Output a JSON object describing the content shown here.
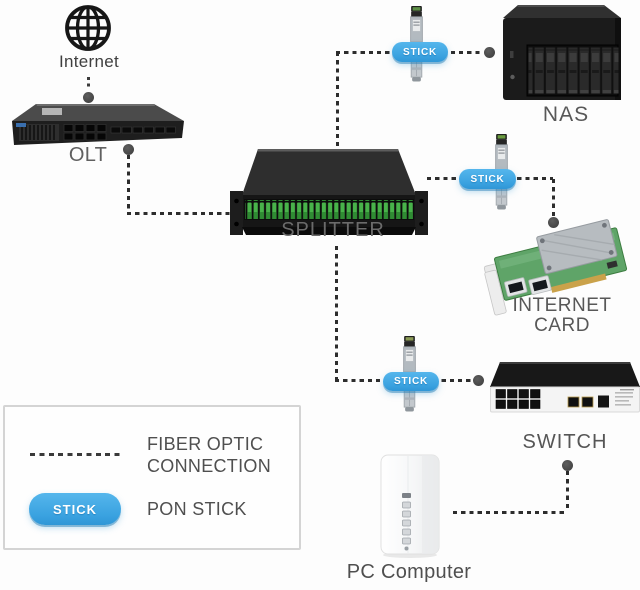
{
  "diagram": {
    "nodes": {
      "internet": {
        "label": "Internet"
      },
      "olt": {
        "label": "OLT"
      },
      "splitter": {
        "label": "SPLITTER"
      },
      "nas": {
        "label": "NAS"
      },
      "internet_card": {
        "label": "INTERNET CARD"
      },
      "switch": {
        "label": "SWITCH"
      },
      "pc": {
        "label": "PC Computer"
      }
    },
    "stick_label": "STICK",
    "legend": {
      "fiber_line1": "FIBER OPTIC",
      "fiber_line2": "CONNECTION",
      "stick_badge": "STICK",
      "pon_stick": "PON STICK"
    },
    "colors": {
      "stick_pill_blue": "#3aa2e0",
      "splitter_green": "#48b34a",
      "dash_gray": "#2d2d2d",
      "label_gray": "#565656"
    }
  }
}
